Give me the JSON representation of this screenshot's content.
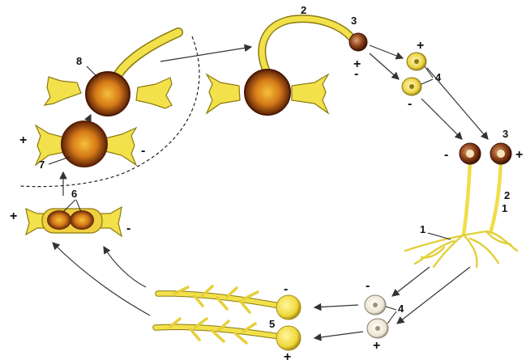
{
  "labels": {
    "n1": "1",
    "n2": "2",
    "n3": "3",
    "n4": "4",
    "n5": "5",
    "n6": "6",
    "n7": "7",
    "n8": "8"
  },
  "signs": {
    "plus": "+",
    "minus": "-"
  },
  "colors": {
    "hypha": "#f2e14a",
    "hypha_outline": "#8a7a10",
    "zygospore": "#8b3a12",
    "zygospore_core": "#f0a020",
    "sporangium": "#6b2a10",
    "spore": "#f4e27a",
    "spore_pale": "#f4f1e6",
    "arrow": "#333333"
  }
}
